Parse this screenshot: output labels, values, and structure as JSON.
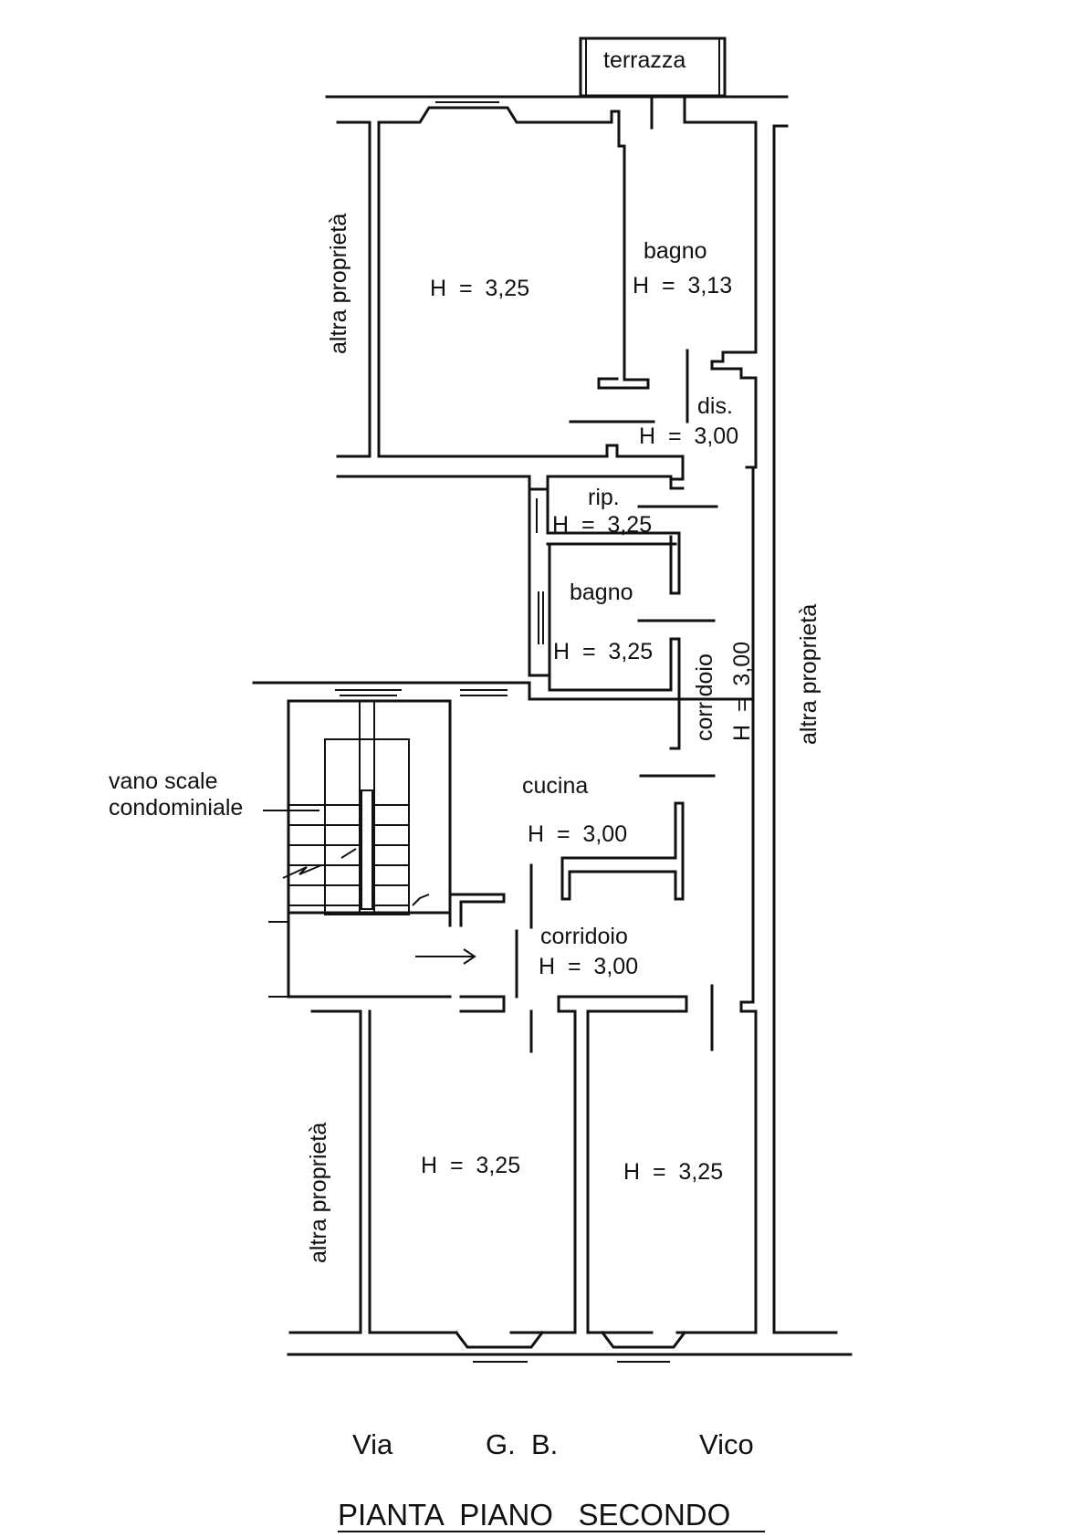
{
  "labels": {
    "terrazza": "terrazza",
    "room_top_left_h": "H  =  3,25",
    "bagno_top": "bagno",
    "bagno_top_h": "H  =  3,13",
    "dis": "dis.",
    "dis_h": "H  =  3,00",
    "rip": "rip.",
    "rip_h": "H  =  3,25",
    "bagno_mid": "bagno",
    "bagno_mid_h": "H  =  3,25",
    "corridoio_vertical": "corridoio",
    "corridoio_vertical_h": "H  =  3,00",
    "cucina": "cucina",
    "cucina_h": "H  =  3,00",
    "vano_scale_line1": "vano scale",
    "vano_scale_line2": "condominiale",
    "corridoio": "corridoio",
    "corridoio_h": "H  =  3,00",
    "room_bottom_left_h": "H  =  3,25",
    "room_bottom_right_h": "H  =  3,25",
    "altra_proprieta_top_left": "altra proprietà",
    "altra_proprieta_right": "altra proprietà",
    "altra_proprieta_bottom_left": "altra proprietà"
  },
  "streets": {
    "via": "Via",
    "gb": "G.  B.",
    "vico": "Vico"
  },
  "title": "PIANTA  PIANO   SECONDO"
}
